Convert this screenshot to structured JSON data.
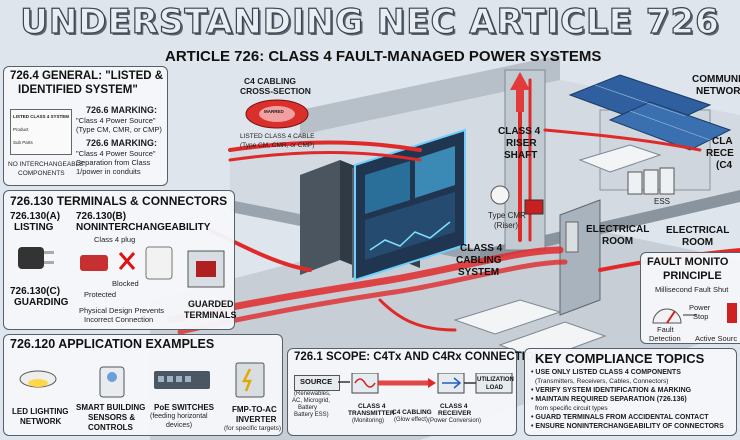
{
  "title": "UNDERSTANDING NEC ARTICLE 726",
  "subtitle": "ARTICLE 726: CLASS 4 FAULT-MANAGED POWER SYSTEMS",
  "general": {
    "heading_1": "726.4 GENERAL: \"LISTED &",
    "heading_2": "IDENTIFIED SYSTEM\"",
    "marking_a_title": "726.6 MARKING:",
    "marking_a_text_1": "\"Class 4 Power Source\"",
    "marking_a_text_2": "(Type CM, CMR, or CMP)",
    "marking_b_title": "726.6 MARKING:",
    "marking_b_text_1": "\"Class 4 Power Source\"",
    "marking_b_text_2": "Separation from Class",
    "marking_b_text_3": "1/power in conduits",
    "card_line_1": "LISTED CLASS 4 SYSTEM",
    "card_line_2": "Product",
    "card_line_3": "Sub Parts",
    "no_interchange_1": "NO INTERCHANGEABLE",
    "no_interchange_2": "COMPONENTS"
  },
  "cabling_callout": {
    "title_1": "C4 CABLING",
    "title_2": "CROSS-SECTION",
    "inner_label": "MARRED",
    "listed_1": "LISTED CLASS 4 CABLE",
    "listed_2": "(Type CM, CMR, or CMP)"
  },
  "terminals": {
    "heading": "726.130 TERMINALS & CONNECTORS",
    "a_title_1": "726.130(A)",
    "a_title_2": "LISTING",
    "b_title_1": "726.130(B)",
    "b_title_2": "NONINTERCHANGEABILITY",
    "plug_label": "Class 4 plug",
    "blocked": "Blocked",
    "protected": "Protected",
    "c_title_1": "726.130(C)",
    "c_title_2": "GUARDING",
    "physical_1": "Physical Design Prevents",
    "physical_2": "Incorrect Connection",
    "guarded_1": "GUARDED",
    "guarded_2": "TERMINALS"
  },
  "applications": {
    "heading": "726.120 APPLICATION EXAMPLES",
    "items": [
      {
        "l1": "LED LIGHTING",
        "l2": "NETWORK",
        "l3": ""
      },
      {
        "l1": "SMART BUILDING",
        "l2": "SENSORS &",
        "l3": "CONTROLS"
      },
      {
        "l1": "PoE SWITCHES",
        "l2": "(feeding horizontal",
        "l3": "devices)"
      },
      {
        "l1": "FMP-TO-AC",
        "l2": "INVERTER",
        "l3": "(for specific targets)"
      }
    ]
  },
  "scope": {
    "heading": "726.1 SCOPE: C4Tx AND C4Rx CONNECTION",
    "source": "SOURCE",
    "source_sub_1": "(Renewables,",
    "source_sub_2": "AC, Microgrid,",
    "source_sub_3": "Battery",
    "source_sub_4": "Battery ESS)",
    "tx_1": "CLASS 4",
    "tx_2": "TRANSMITTER",
    "tx_3": "(Monitoring)",
    "cab_1": "C4 CABLING",
    "cab_2": "(Glow effect)",
    "rx_1": "CLASS 4",
    "rx_2": "RECEIVER",
    "rx_3": "(Power Conversion)",
    "load_1": "UTILIZATION",
    "load_2": "LOAD"
  },
  "compliance": {
    "heading": "KEY COMPLIANCE TOPICS",
    "items": [
      "• USE ONLY LISTED CLASS 4 COMPONENTS",
      "(Transmitters, Receivers, Cables, Connectors)",
      "• VERIFY SYSTEM IDENTIFICATION & MARKING",
      "• MAINTAIN REQUIRED SEPARATION (726.136)",
      "from specific circuit types",
      "• GUARD TERMINALS FROM ACCIDENTAL CONTACT",
      "• ENSURE NONINTERCHANGEABILITY OF CONNECTORS"
    ]
  },
  "fault": {
    "heading_1": "FAULT MONITO",
    "heading_2": "PRINCIPLE",
    "sub": "Millisecond Fault Shut",
    "power_1": "Power",
    "power_2": "Stop",
    "fault_1": "Fault",
    "fault_2": "Detection",
    "active": "Active Sourc"
  },
  "building": {
    "riser_1": "CLASS 4",
    "riser_2": "RISER",
    "riser_3": "SHAFT",
    "cmr_1": "Type CMR",
    "cmr_2": "(Riser)",
    "cabling_1": "CLASS 4",
    "cabling_2": "CABLING",
    "cabling_3": "SYSTEM",
    "elec_room_1": "ELECTRICAL",
    "elec_room_2": "ROOM",
    "elec_room_3": "ELECTRICAL",
    "elec_room_4": "ROOM",
    "comm_1": "COMMUNI",
    "comm_2": "NETWORK",
    "cla_1": "CLA",
    "cla_2": "RECE",
    "cla_3": "(C4",
    "ess": "ESS"
  }
}
